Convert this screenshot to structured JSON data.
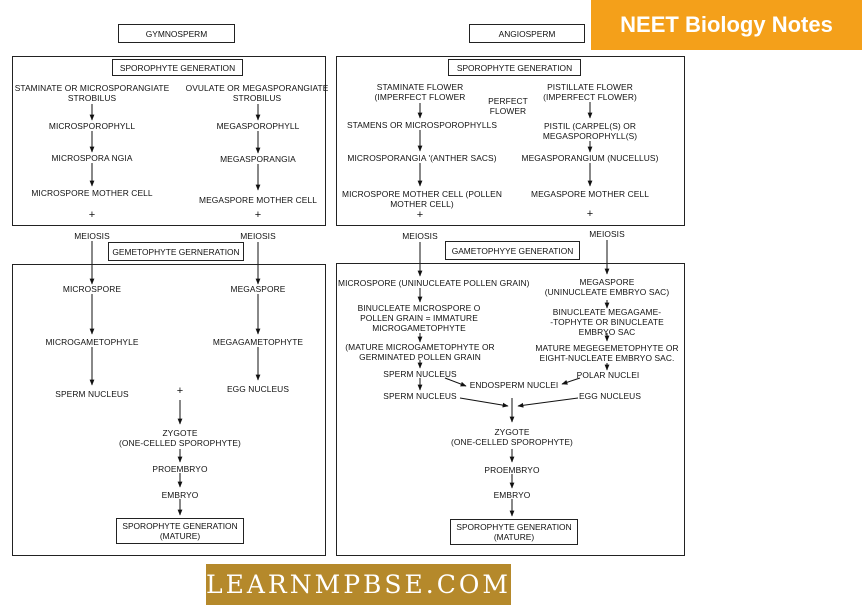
{
  "badge": "NEET Biology Notes",
  "brand": "LEARNMPBSE.COM",
  "gym": {
    "title": "GYMNOSPERM",
    "spo_gen": "SPOROPHYTE GENERATION",
    "staminate": [
      "STAMINATE OR MICROSPORANGIATE",
      "STROBILUS"
    ],
    "ovulate": [
      "OVULATE OR MEGASPORANGIATE",
      "STROBILUS"
    ],
    "microsporophyll": "MICROSPOROPHYLL",
    "megasporophyll": "MEGASPOROPHYLL",
    "microsporangia": "MICROSPORA NGIA",
    "megasporangia": "MEGASPORANGIA",
    "microspore_mother": "MICROSPORE MOTHER CELL",
    "megaspore_mother": "MEGASPORE MOTHER CELL",
    "plus": "+",
    "meiosis": "MEIOSIS",
    "gam_gen": "GEMETOPHYTE GERNERATION",
    "microspore": "MICROSPORE",
    "megaspore": "MEGASPORE",
    "microgametophyle": "MICROGAMETOPHYLE",
    "megagametophyte": "MEGAGAMETOPHYTE",
    "sperm": "SPERM NUCLEUS",
    "egg": "EGG NUCLEUS",
    "zygote": [
      "ZYGOTE",
      "(ONE-CELLED SPOROPHYTE)"
    ],
    "proembryo": "PROEMBRYO",
    "embryo": "EMBRYO",
    "final": [
      "SPOROPHYTE GENERATION",
      "(MATURE)"
    ]
  },
  "ang": {
    "title": "ANGIOSPERM",
    "spo_gen": "SPOROPHYTE GENERATION",
    "staminate": [
      "STAMINATE FLOWER",
      "(IMPERFECT FLOWER"
    ],
    "perfect": [
      "PERFECT",
      "FLOWER"
    ],
    "pistillate": [
      "PISTILLATE FLOWER",
      "(IMPERFECT FLOWER)"
    ],
    "stamens": "STAMENS OR MICROSPOROPHYLLS",
    "pistil": [
      "PISTIL (CARPEL(S) OR",
      "MEGASPOROPHYLL(S)"
    ],
    "microsporangia": "MICROSPORANGIA '(ANTHER SACS)",
    "megasporangium": "MEGASPORANGIUM (NUCELLUS)",
    "microspore_mother": [
      "MICROSPORE MOTHER CELL (POLLEN",
      "MOTHER CELL)"
    ],
    "megaspore_mother": "MEGASPORE MOTHER CELL",
    "plus": "+",
    "meiosis": "MEIOSIS",
    "gam_gen": "GAMETOPHYYE GENERATION",
    "microspore": "MICROSPORE (UNINUCLEATE POLLEN GRAIN)",
    "megaspore": [
      "MEGASPORE",
      "(UNINUCLEATE EMBRYO SAC)"
    ],
    "binucleate_micro": [
      "BINUCLEATE MICROSPORE O",
      "POLLEN GRAIN = IMMATURE",
      "MICROGAMETOPHYTE"
    ],
    "binucleate_mega": [
      "BINUCLEATE MEGAGAME-",
      "-TOPHYTE OR BINUCLEATE",
      "EMBRYO SAC"
    ],
    "mature_micro": [
      "(MATURE MICROGAMETOPHYTE OR",
      "GERMINATED POLLEN GRAIN"
    ],
    "mature_mega": [
      "MATURE MEGEGEMETOPHYTE OR",
      "EIGHT-NUCLEATE EMBRYO SAC."
    ],
    "sperm1": "SPERM NUCLEUS",
    "sperm2": "SPERM NUCLEUS",
    "endosperm": "ENDOSPERM NUCLEI",
    "polar": "POLAR NUCLEI",
    "egg": "EGG NUCLEUS",
    "zygote": [
      "ZYGOTE",
      "(ONE-CELLED SPOROPHYTE)"
    ],
    "proembryo": "PROEMBRYO",
    "embryo": "EMBRYO",
    "final": [
      "SPOROPHYTE GENERATION",
      "(MATURE)"
    ]
  }
}
